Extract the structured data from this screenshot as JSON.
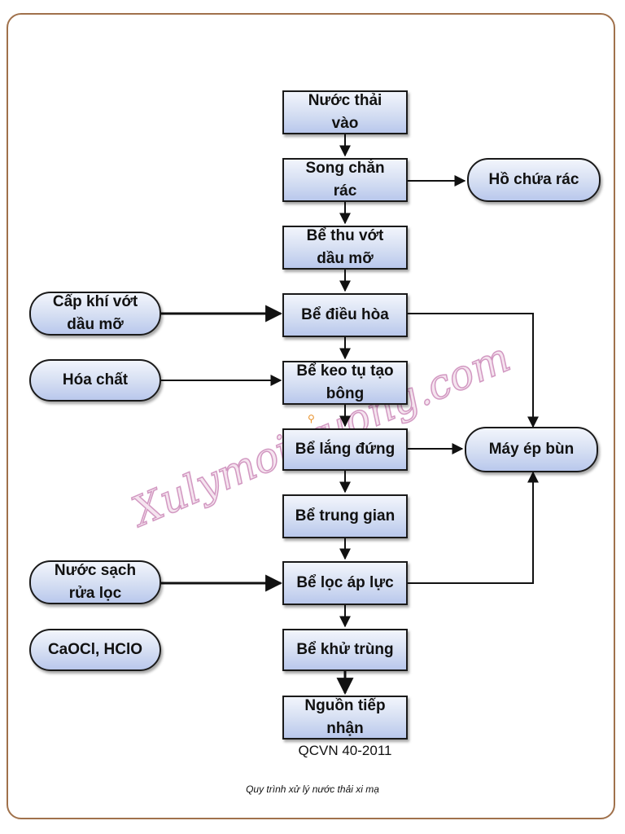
{
  "diagram": {
    "main_steps": [
      "Nước thải\nvào",
      "Song chắn\nrác",
      "Bể thu vớt\ndầu mỡ",
      "Bể điều hòa",
      "Bể keo tụ tạo\nbông",
      "Bể lắng đứng",
      "Bể trung gian",
      "Bể lọc áp lực",
      "Bể khử trùng",
      "Nguồn tiếp\nnhận"
    ],
    "side_inputs": {
      "grease_air": "Cấp khí vớt\ndầu mỡ",
      "chemicals": "Hóa chất",
      "wash_water": "Nước sạch\nrửa lọc",
      "disinfectant": "CaOCl, HClO"
    },
    "outputs": {
      "trash_tank": "Hồ chứa rác",
      "sludge_press": "Máy ép bùn"
    },
    "standard_label": "QCVN 40-2011",
    "caption": "Quy trình xử lý nước thải xi mạ",
    "watermark": "Xulymoitruong.com"
  },
  "colors": {
    "border": "#a0714b",
    "box_fill": "#c7d3f0",
    "line": "#111111"
  }
}
